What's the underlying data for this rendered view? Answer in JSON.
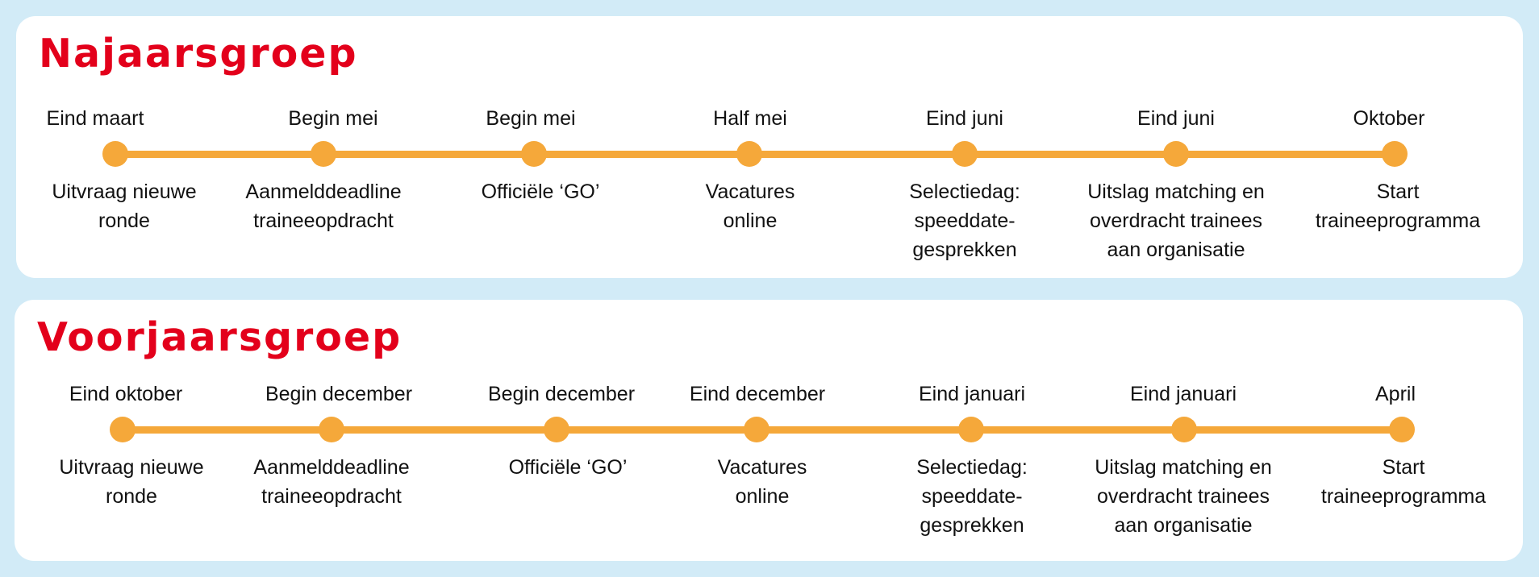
{
  "colors": {
    "background": "#D2EBF7",
    "card": "#FFFFFF",
    "title": "#E3001B",
    "timeline": "#F5A83A",
    "text": "#111111"
  },
  "groups": [
    {
      "title": "Najaarsgroep",
      "milestones": [
        {
          "date": "Eind maart",
          "description": "Uitvraag nieuwe\nronde"
        },
        {
          "date": "Begin mei",
          "description": "Aanmelddeadline\ntraineeopdracht"
        },
        {
          "date": "Begin mei",
          "description": "Officiële ‘GO’"
        },
        {
          "date": "Half mei",
          "description": "Vacatures\nonline"
        },
        {
          "date": "Eind juni",
          "description": "Selectiedag:\nspeeddate-\ngesprekken"
        },
        {
          "date": "Eind juni",
          "description": "Uitslag matching en\noverdracht trainees\naan organisatie"
        },
        {
          "date": "Oktober",
          "description": "Start\ntraineeprogramma"
        }
      ]
    },
    {
      "title": "Voorjaarsgroep",
      "milestones": [
        {
          "date": "Eind oktober",
          "description": "Uitvraag nieuwe\nronde"
        },
        {
          "date": "Begin december",
          "description": "Aanmelddeadline\ntraineeopdracht"
        },
        {
          "date": "Begin december",
          "description": "Officiële ‘GO’"
        },
        {
          "date": "Eind december",
          "description": "Vacatures\nonline"
        },
        {
          "date": "Eind januari",
          "description": "Selectiedag:\nspeeddate-\ngesprekken"
        },
        {
          "date": "Eind januari",
          "description": "Uitslag matching en\noverdracht trainees\naan organisatie"
        },
        {
          "date": "April",
          "description": "Start\ntraineeprogramma"
        }
      ]
    }
  ]
}
